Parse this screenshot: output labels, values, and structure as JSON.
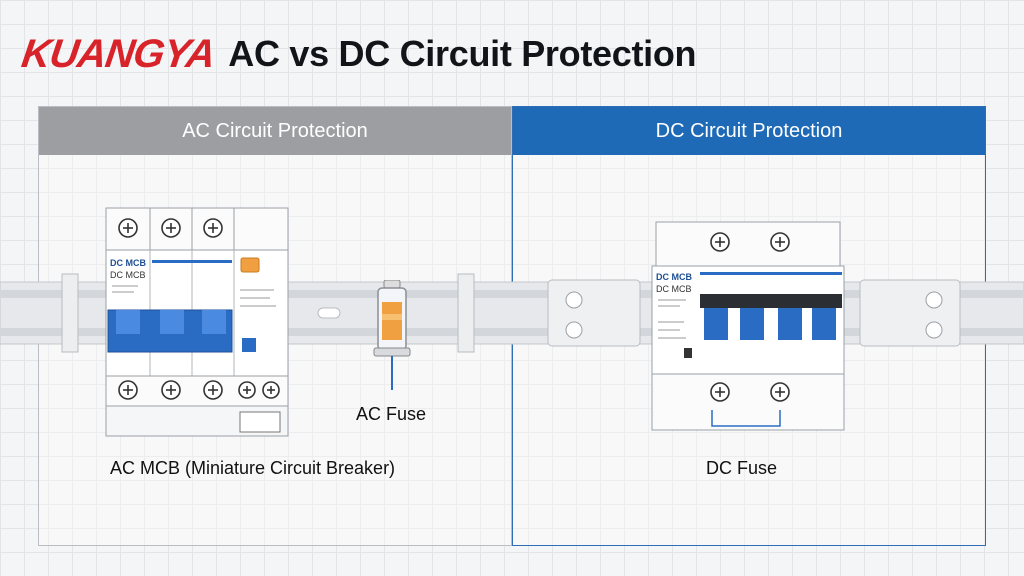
{
  "header": {
    "brand": "KUANGYA",
    "title": "AC vs DC Circuit Protection"
  },
  "panels": {
    "ac": {
      "title": "AC Circuit Protection"
    },
    "dc": {
      "title": "DC Circuit Protection"
    }
  },
  "ac_mcb": {
    "brand_line": "DC MCB",
    "model_line": "DC MCB",
    "caption": "AC MCB (Miniature Circuit Breaker)"
  },
  "ac_fuse": {
    "caption": "AC Fuse"
  },
  "dc_device": {
    "brand_line": "DC MCB",
    "model_line": "DC MCB",
    "caption": "DC Fuse"
  },
  "colors": {
    "brand_red": "#d8232a",
    "dc_blue": "#1f6ab6",
    "ac_gray": "#9c9ea1",
    "toggle_blue": "#2a6cc4",
    "indicator_orange": "#f0a040"
  }
}
